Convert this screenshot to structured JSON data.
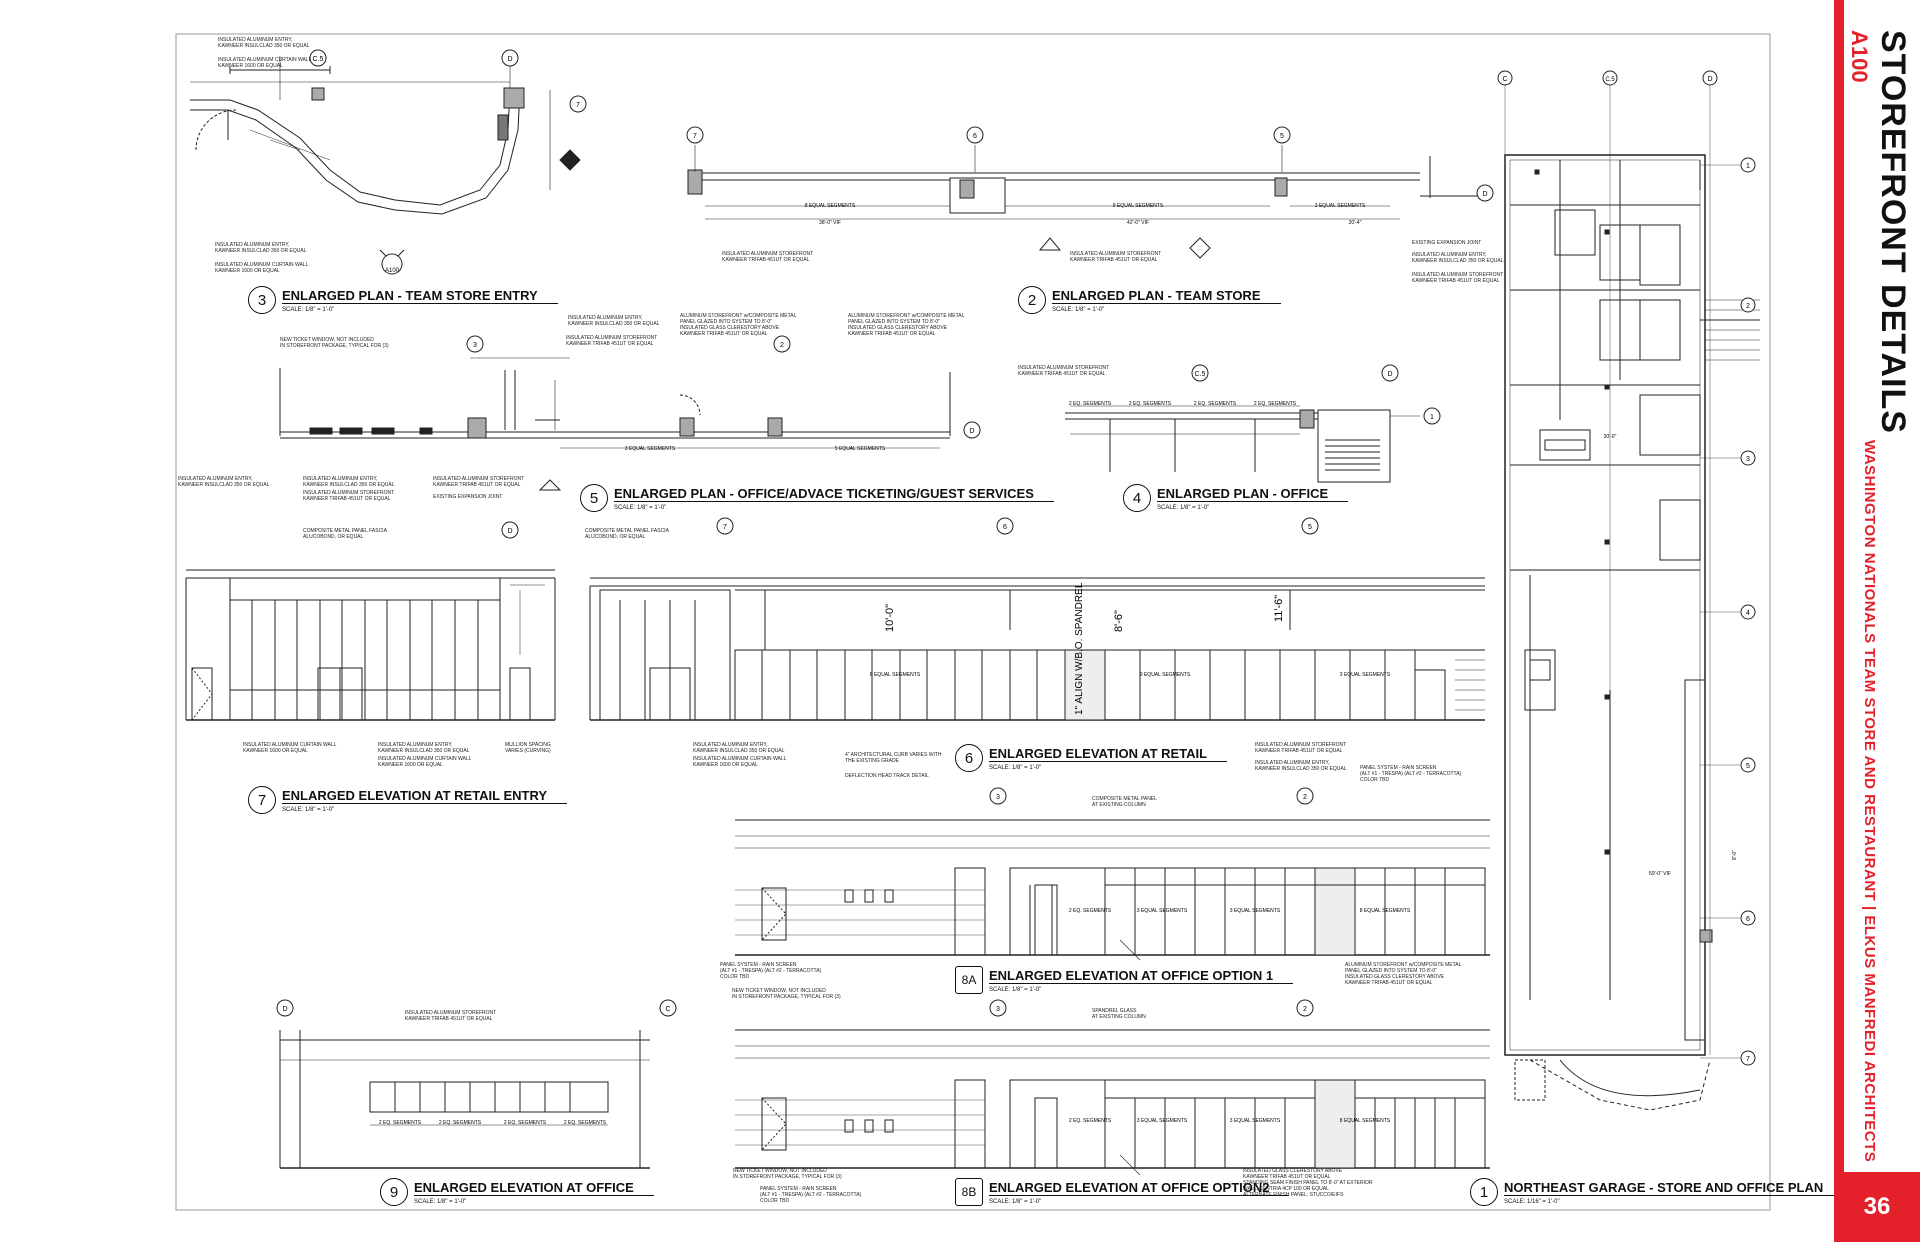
{
  "title_block": {
    "sheet_title": "STOREFRONT DETAILS",
    "sheet_number": "A100",
    "project": "WASHINGTON NATIONALS TEAM STORE AND RESTAURANT | ELKUS MANFREDI ARCHITECTS",
    "page": "36",
    "accent_color": "#e4212b"
  },
  "drawings": [
    {
      "num": "3",
      "title": "ENLARGED PLAN - TEAM STORE ENTRY",
      "scale": "SCALE: 1/8\" = 1'-0\""
    },
    {
      "num": "2",
      "title": "ENLARGED PLAN - TEAM STORE",
      "scale": "SCALE: 1/8\" = 1'-0\""
    },
    {
      "num": "5",
      "title": "ENLARGED PLAN - OFFICE/ADVACE TICKETING/GUEST SERVICES",
      "scale": "SCALE: 1/8\" = 1'-0\""
    },
    {
      "num": "4",
      "title": "ENLARGED PLAN - OFFICE",
      "scale": "SCALE: 1/8\" = 1'-0\""
    },
    {
      "num": "7",
      "title": "ENLARGED ELEVATION AT RETAIL ENTRY",
      "scale": "SCALE: 1/8\" = 1'-0\""
    },
    {
      "num": "6",
      "title": "ENLARGED ELEVATION AT RETAIL",
      "scale": "SCALE: 1/8\" = 1'-0\""
    },
    {
      "num": "8A",
      "title": "ENLARGED ELEVATION AT OFFICE OPTION 1",
      "scale": "SCALE: 1/8\" = 1'-0\""
    },
    {
      "num": "9",
      "title": "ENLARGED ELEVATION AT OFFICE",
      "scale": "SCALE: 1/8\" = 1'-0\""
    },
    {
      "num": "8B",
      "title": "ENLARGED ELEVATION AT OFFICE OPTION2",
      "scale": "SCALE: 1/8\" = 1'-0\""
    },
    {
      "num": "1",
      "title": "NORTHEAST GARAGE - STORE AND OFFICE PLAN",
      "scale": "SCALE: 1/16\" = 1'-0\""
    }
  ],
  "notes": {
    "n1": "INSULATED ALUMINUM ENTRY,\nKAWNEER INSULCLAD 350 OR EQUAL",
    "n2": "INSULATED ALUMINUM CURTAIN WALL\nKAWNEER 1600 OR EQUAL",
    "n3": "INSULATED ALUMINUM STOREFRONT\nKAWNEER TRIFAB 451UT OR EQUAL",
    "n4": "NEW TICKET WINDOW, NOT INCLUDED\nIN STOREFRONT PACKAGE, TYPICAL FOR (3)",
    "n5": "ALUMINUM STOREFRONT w/COMPOSITE METAL\nPANEL GLAZED INTO SYSTEM TO 8'-0\"\nINSULATED GLASS CLERESTORY ABOVE\nKAWNEER TRIFAB 451UT OR EQUAL",
    "n6": "EXISTING EXPANSION JOINT",
    "n7": "COMPOSITE METAL PANEL FASCIA\nALUCOBOND, OR EQUAL",
    "n8": "MULLION SPACING\nVARIES (CURVING)",
    "n9": "4\" ARCHITECTURAL CURB VARIES WITH\nTHE EXISTING GRADE",
    "n10": "DEFLECTION HEAD TRACK DETAIL",
    "n11": "PANEL SYSTEM - RAIN SCREEN\n(ALT #1 - TRESPA) (ALT #2 - TERRACOTTA)\nCOLOR TBD",
    "n12": "COMPOSITE METAL PANEL\nAT EXISTING COLUMN",
    "n13": "SPANDREL GLASS\nAT EXISTING COLUMN",
    "n14": "INSULATED GLASS CLERESTORY ABOVE\nKAWNEER TRIFAB 451UT OR EQUAL\nSTANDING SEAM FINISH PANEL TO 8'-0\" AT EXTERIOR\nWALL, CENTRIA 4CP 100 OR EQUAL\nALTERNATE FINISH PANEL: STUCCO/EIFS"
  },
  "dims": {
    "eq8": "8 EQUAL SEGMENTS",
    "eq9": "9 EQUAL SEGMENTS",
    "eq3": "3 EQUAL SEGMENTS",
    "eq2": "2 EQ. SEGMENTS",
    "eq5": "5 EQUAL SEGMENTS",
    "d1": "38'-0\" VIF",
    "d2": "42'-0\" VIF",
    "d3": "20'-4\"",
    "d4": "10'-0\"",
    "d5": "8'-6\"",
    "d6": "11'-6\"",
    "spandrel": "1\" ALIGN W/B.O. SPANDREL",
    "d7": "20'-0\"",
    "d8": "59'-0\" VIF",
    "d9": "8'-0\""
  },
  "grid": {
    "c": "C",
    "c5": "C.5",
    "d": "D",
    "g1": "1",
    "g2": "2",
    "g3": "3",
    "g4": "4",
    "g5": "5",
    "g6": "6",
    "g7": "7",
    "ref": "A100"
  }
}
